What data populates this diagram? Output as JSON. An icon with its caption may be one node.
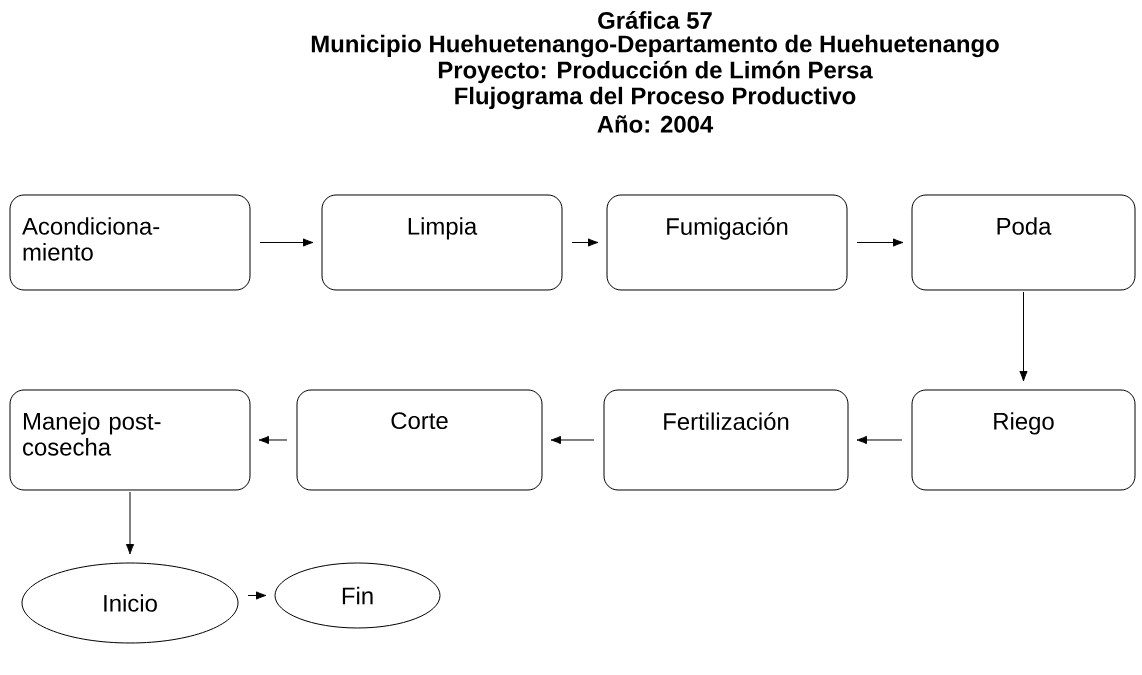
{
  "diagram": {
    "title": "Gráfica 57",
    "labels": [
      "Municipio Huehuetenango-Departamento de Huehuetenango",
      "Proyecto: Producción de Limón Persa",
      "Flujograma del Proceso Productivo",
      "Año: 2004"
    ],
    "nodes": [
      {
        "text": [
          "Acondiciona- miento"
        ]
      },
      {
        "text": [
          "Limpia"
        ]
      },
      {
        "text": [
          "Fumigación"
        ]
      },
      {
        "text": [
          "Poda"
        ]
      },
      {
        "text": [
          "Manejo post- cosecha"
        ]
      },
      {
        "text": [
          "Corte"
        ]
      },
      {
        "text": [
          "Fertilización"
        ]
      },
      {
        "text": [
          "Riego"
        ]
      },
      {
        "text": [
          "Inicio"
        ]
      },
      {
        "text": [
          "Fin"
        ]
      }
    ],
    "edges": [
      {
        "from": 0,
        "to": 1,
        "arrow": "to"
      },
      {
        "from": 1,
        "to": 2,
        "arrow": "to"
      },
      {
        "from": 2,
        "to": 3,
        "arrow": "to"
      },
      {
        "from": 3,
        "to": 7,
        "arrow": "to"
      },
      {
        "from": 7,
        "to": 6,
        "arrow": "to"
      },
      {
        "from": 6,
        "to": 5,
        "arrow": "to"
      },
      {
        "from": 5,
        "to": 4,
        "arrow": "to"
      },
      {
        "from": 4,
        "to": 8,
        "arrow": "to"
      },
      {
        "from": 8,
        "to": 9,
        "arrow": "to"
      }
    ]
  }
}
